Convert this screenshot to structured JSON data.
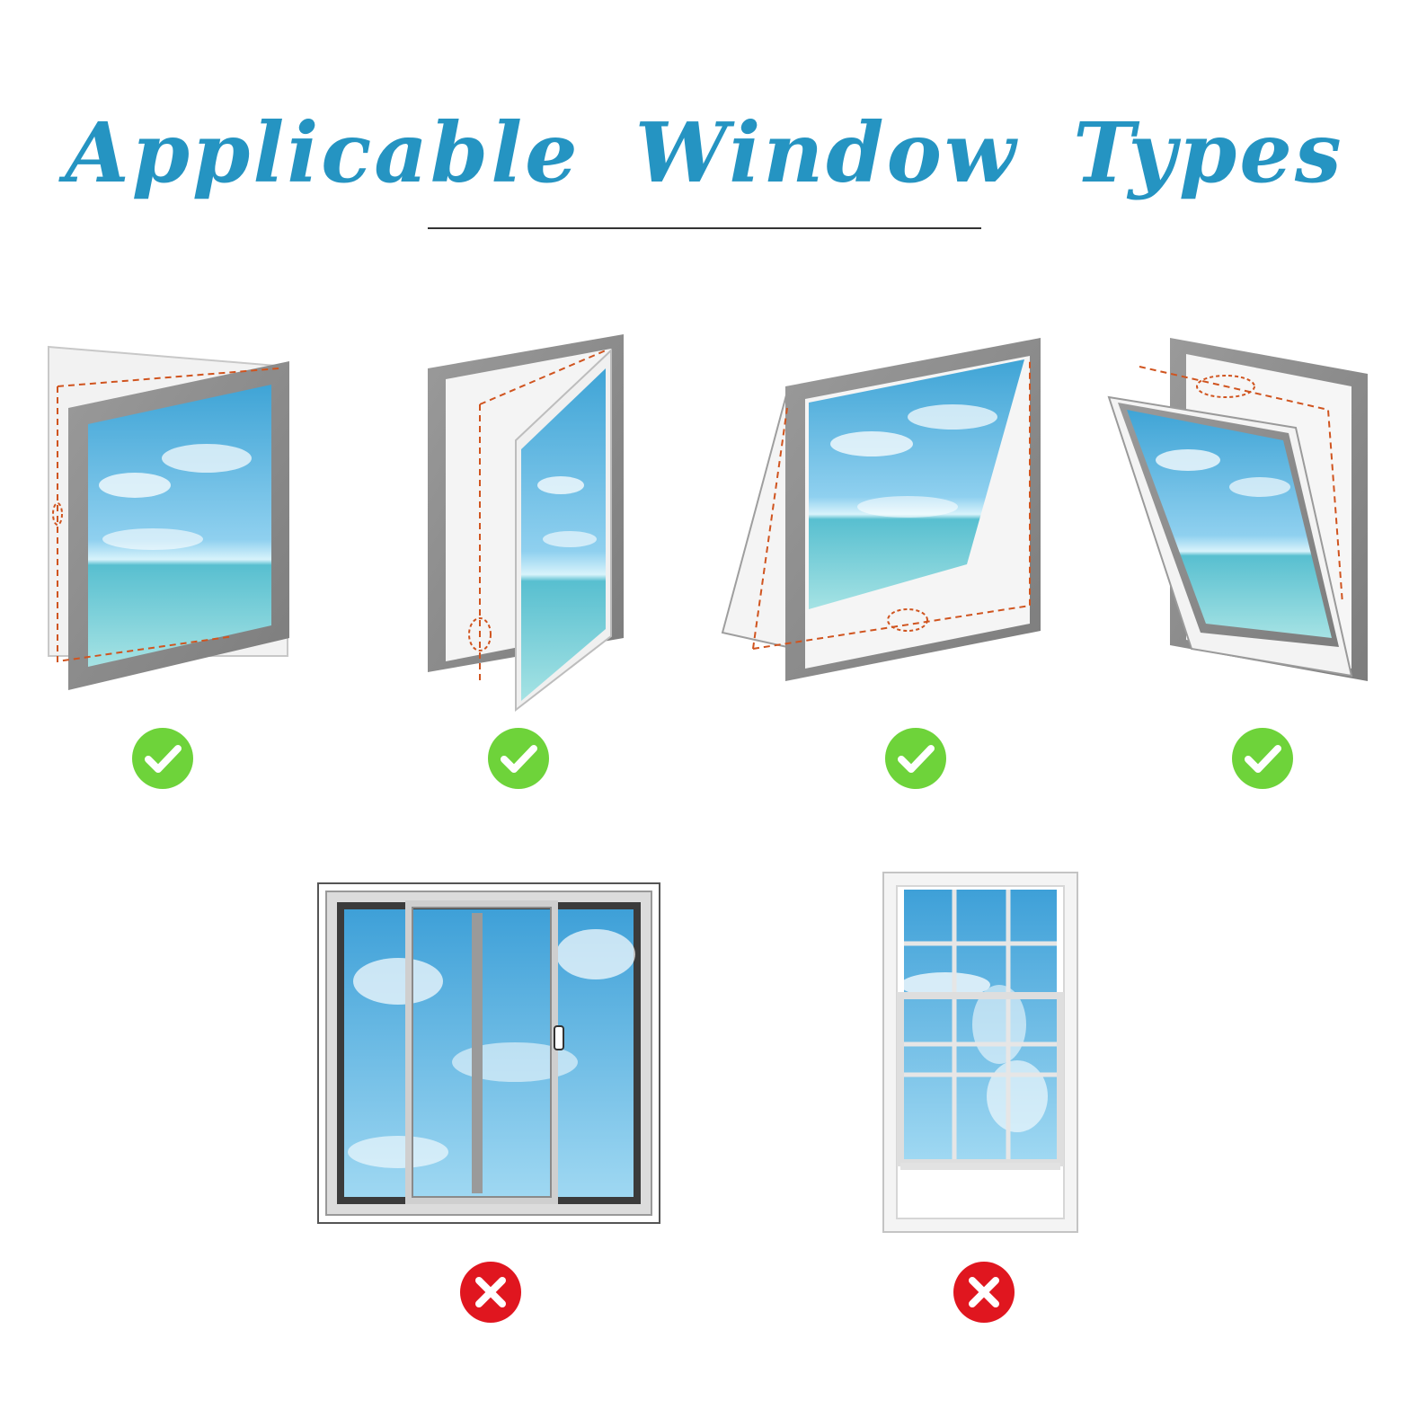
{
  "title": "Applicable Window Types",
  "colors": {
    "title": "#2594c2",
    "frame": "#8c8c8c",
    "glass_top": "#4aaad8",
    "glass_bottom": "#c8ecf8",
    "sea": "#6cc9d6",
    "seal_dash": "#d0541f",
    "ok_badge": "#6ed33a",
    "no_badge": "#e0161f"
  },
  "window_types": [
    {
      "shape": "casement-left",
      "icon": "check-circle-icon",
      "applicable": true
    },
    {
      "shape": "casement-door",
      "icon": "check-circle-icon",
      "applicable": true
    },
    {
      "shape": "awning",
      "icon": "check-circle-icon",
      "applicable": true
    },
    {
      "shape": "hopper",
      "icon": "check-circle-icon",
      "applicable": true
    },
    {
      "shape": "sliding",
      "icon": "cross-circle-icon",
      "applicable": false
    },
    {
      "shape": "double-hung",
      "icon": "cross-circle-icon",
      "applicable": false
    }
  ]
}
